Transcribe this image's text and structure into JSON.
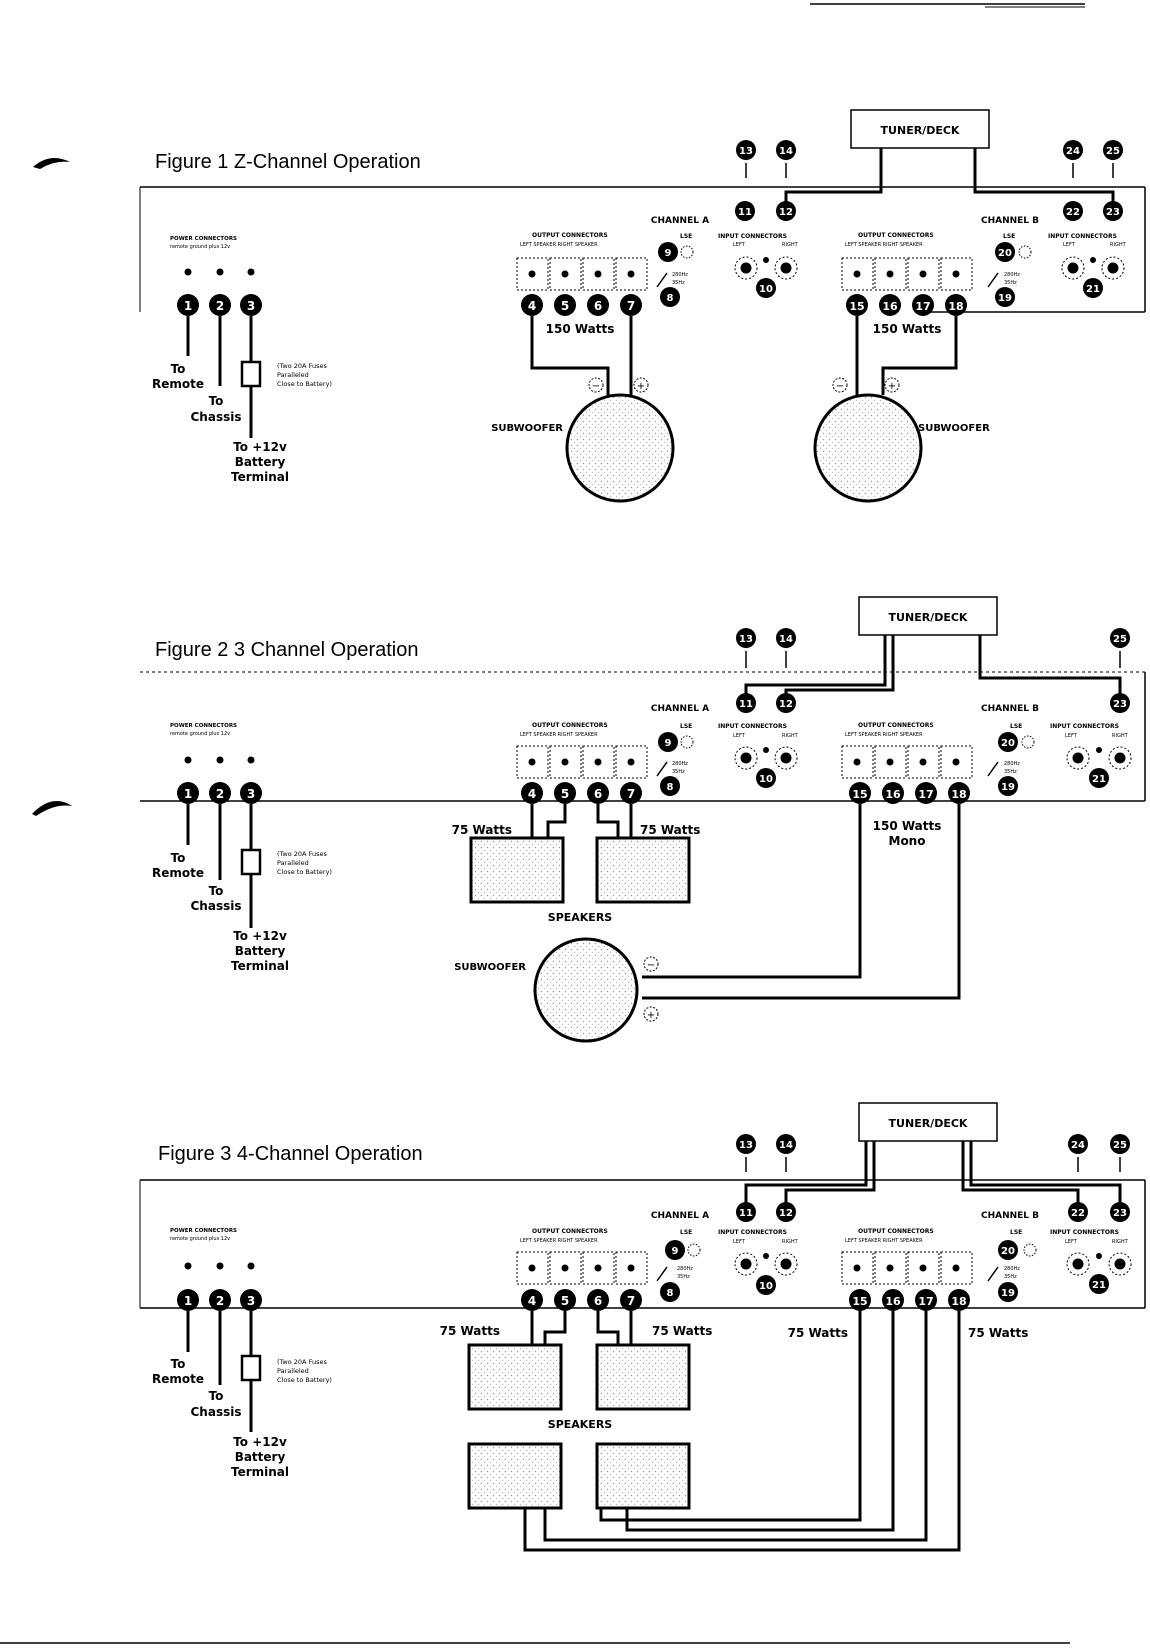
{
  "figures": [
    {
      "title": "Figure 1   Z-Channel   Operation",
      "power_numbers": [
        "1",
        "2",
        "3"
      ],
      "out_a_numbers": [
        "4",
        "5",
        "6",
        "7"
      ],
      "out_b_numbers": [
        "15",
        "16",
        "17",
        "18"
      ],
      "watts_a": "150 Watts",
      "watts_b": "150 Watts",
      "watts_b2": "",
      "top_a_left": "13",
      "top_a_right": "14",
      "top_b_left": "24",
      "top_b_right": "25",
      "in_a_left": "11",
      "in_a_right": "12",
      "in_b_left": "22",
      "in_b_right": "23",
      "subwoofer_left": "SUBWOOFER",
      "subwoofer_right": "SUBWOOFER"
    },
    {
      "title": "Figure  2    3 Channel Operation",
      "watts_a_left": "75 Watts",
      "watts_a_right": "75 Watts",
      "watts_b": "150 Watts",
      "watts_b2": "Mono",
      "speakers": "SPEAKERS",
      "subwoofer": "SUBWOOFER"
    },
    {
      "title": "Figure 3 4-Channel Operation",
      "watts": [
        "75 Watts",
        "75 Watts",
        "75 Watts",
        "75 Watts"
      ],
      "speakers": "SPEAKERS"
    }
  ],
  "common": {
    "tuner": "TUNER/DECK",
    "channel_a": "CHANNEL  A",
    "channel_b": "CHANNEL  B",
    "power_connectors": "POWER   CONNECTORS",
    "power_sub": "remote   ground   plus 12v",
    "output_connectors": "OUTPUT   CONNECTORS",
    "output_sub": "LEFT SPEAKER    RIGHT SPEAKER",
    "input_connectors": "INPUT   CONNECTORS",
    "input_sub_left": "LEFT",
    "input_sub_right": "RIGHT",
    "lse": "LSE",
    "lse_freq_hi": "280Hz",
    "lse_freq_lo": "35Hz",
    "num_lse_a": "9",
    "num_freq_a": "8",
    "num_in_a": "10",
    "num_lse_b": "20",
    "num_freq_b": "19",
    "num_in_b": "21",
    "to_remote_1": "To",
    "to_remote_2": "Remote",
    "to_chassis_1": "To",
    "to_chassis_2": "Chassis",
    "to_battery_1": "To +12v",
    "to_battery_2": "Battery",
    "to_battery_3": "Terminal",
    "fuse_1": "(Two 20A Fuses",
    "fuse_2": "Paralleled",
    "fuse_3": "Close to Battery)",
    "minus": "−",
    "plus": "+"
  }
}
